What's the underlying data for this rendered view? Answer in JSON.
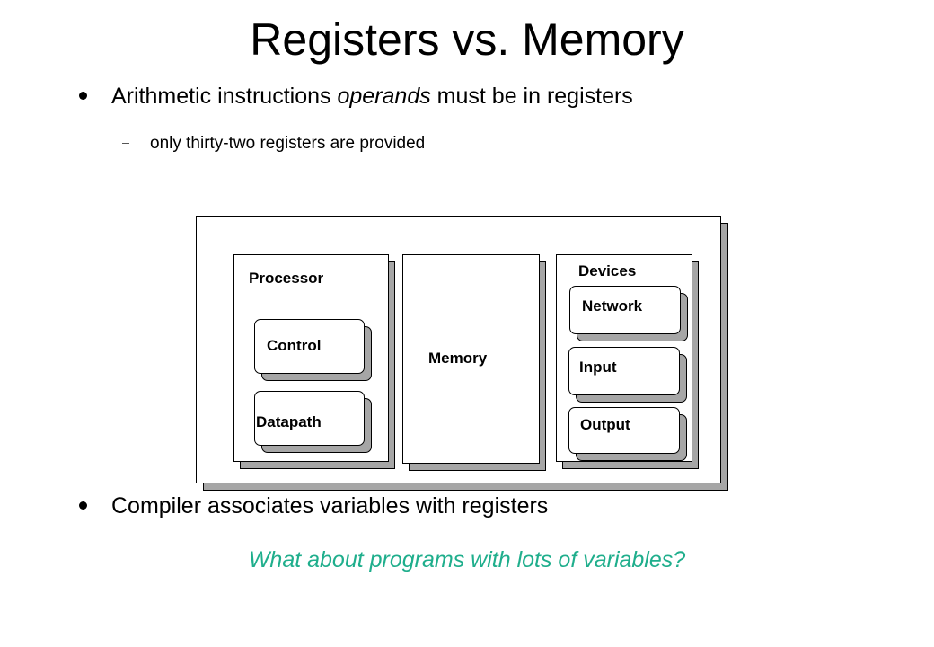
{
  "slide": {
    "title": "Registers vs. Memory",
    "bullets": [
      {
        "pre": "Arithmetic instructions ",
        "emph": "operands",
        "post": " must be in registers"
      },
      {
        "text": "Compiler associates variables with registers"
      }
    ],
    "sub_bullet": "only thirty-two registers are provided",
    "question": "What about programs with lots of variables?",
    "question_color": "#1fae8c"
  },
  "diagram": {
    "processor_label": "Processor",
    "control_label": "Control",
    "datapath_label": "Datapath",
    "memory_label": "Memory",
    "devices_label": "Devices",
    "network_label": "Network",
    "input_label": "Input",
    "output_label": "Output"
  }
}
